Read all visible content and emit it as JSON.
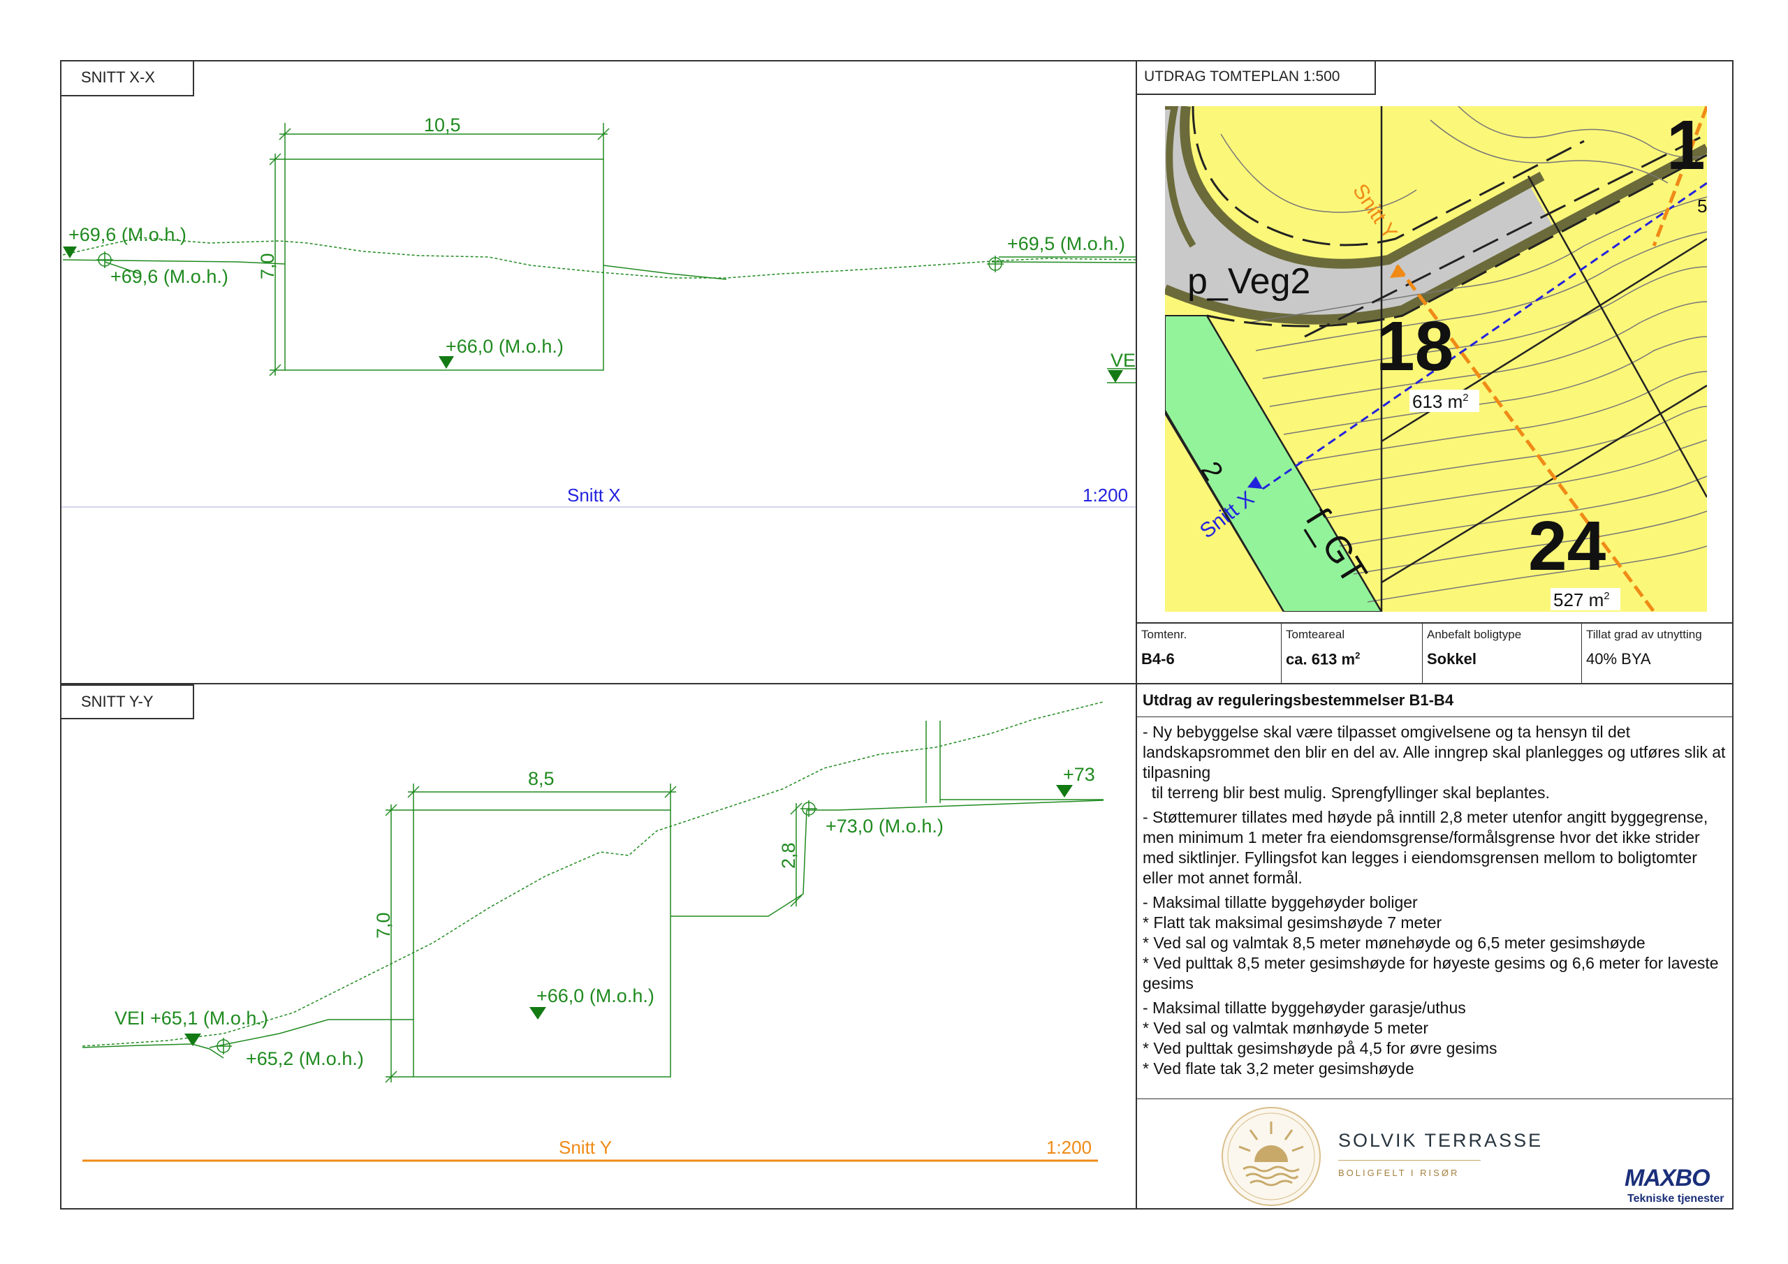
{
  "section_x": {
    "title": "SNITT X-X",
    "width_dim": "10,5",
    "height_dim": "7,0",
    "label_left_top": "+69,6 (M.o.h.)",
    "label_left_bottom": "+69,6 (M.o.h.)",
    "label_right": "+69,5 (M.o.h.)",
    "label_floor": "+66,0 (M.o.h.)",
    "label_vei": "VE",
    "caption": "Snitt X",
    "scale": "1:200"
  },
  "section_y": {
    "title": "SNITT Y-Y",
    "width_dim": "8,5",
    "height_dim": "7,0",
    "wall_dim": "2,8",
    "label_vei": "VEI +65,1 (M.o.h.)",
    "label_lower": "+65,2 (M.o.h.)",
    "label_floor": "+66,0 (M.o.h.)",
    "label_wall": "+73,0 (M.o.h.)",
    "label_right": "+73",
    "caption": "Snitt Y",
    "scale": "1:200"
  },
  "plan": {
    "title": "UTDRAG TOMTEPLAN 1:500",
    "road_label": "p_Veg2",
    "lot_number": "18",
    "lot_area": "613 m",
    "lot_area_sup": "2",
    "lot_number_2": "24",
    "lot_area_2": "527 m",
    "lot_area_2_sup": "2",
    "lot_number_3": "1",
    "corner_digit": "5",
    "green_label": "f_GT",
    "green_num": "2",
    "snitt_x_label": "Snitt X",
    "snitt_y_label": "Snitt Y"
  },
  "info": {
    "tomtenr_label": "Tomtenr.",
    "tomtenr_value": "B4-6",
    "tomteareal_label": "Tomteareal",
    "tomteareal_value": "ca. 613 m",
    "tomteareal_sup": "2",
    "boligtype_label": "Anbefalt boligtype",
    "boligtype_value": "Sokkel",
    "utnytting_label": "Tillat grad av utnytting",
    "utnytting_value": "40% BYA"
  },
  "regulations": {
    "title": "Utdrag av reguleringsbestemmelser B1-B4",
    "paragraphs": [
      "- Ny bebyggelse skal være tilpasset omgivelsene og ta hensyn til det landskapsrommet den blir en del av. Alle inngrep skal planlegges og utføres slik at tilpasning\n  til terreng blir best mulig. Sprengfyllinger skal beplantes.",
      "- Støttemurer tillates med høyde på inntill 2,8 meter utenfor angitt byggegrense, men minimum 1 meter fra eiendomsgrense/formålsgrense hvor det ikke strider\nmed siktlinjer. Fyllingsfot kan legges i eiendomsgrensen mellom to boligtomter eller mot annet formål.",
      "- Maksimal tillatte byggehøyder boliger\n* Flatt tak maksimal gesimshøyde 7 meter\n* Ved sal og valmtak 8,5 meter mønehøyde og 6,5 meter gesimshøyde\n* Ved pulttak 8,5 meter gesimshøyde for høyeste gesims og 6,6 meter for laveste gesims",
      "- Maksimal tillatte byggehøyder garasje/uthus\n* Ved sal og valmtak mønhøyde 5 meter\n* Ved pulttak gesimshøyde på 4,5 for øvre gesims\n* Ved flate tak 3,2 meter gesimshøyde"
    ]
  },
  "logo": {
    "name": "SOLVIK TERRASSE",
    "subtitle": "BOLIGFELT I RISØR",
    "maxbo": "MAXBO",
    "maxbo_sub": "Tekniske tjenester"
  },
  "colors": {
    "green": "#1f8a1f",
    "blue": "#2222dd",
    "orange": "#f08a16",
    "plot_yellow": "#fbf779",
    "road_grey": "#c9c9c9",
    "green_area": "#93f39a",
    "logo_gold": "#c8a96a"
  }
}
